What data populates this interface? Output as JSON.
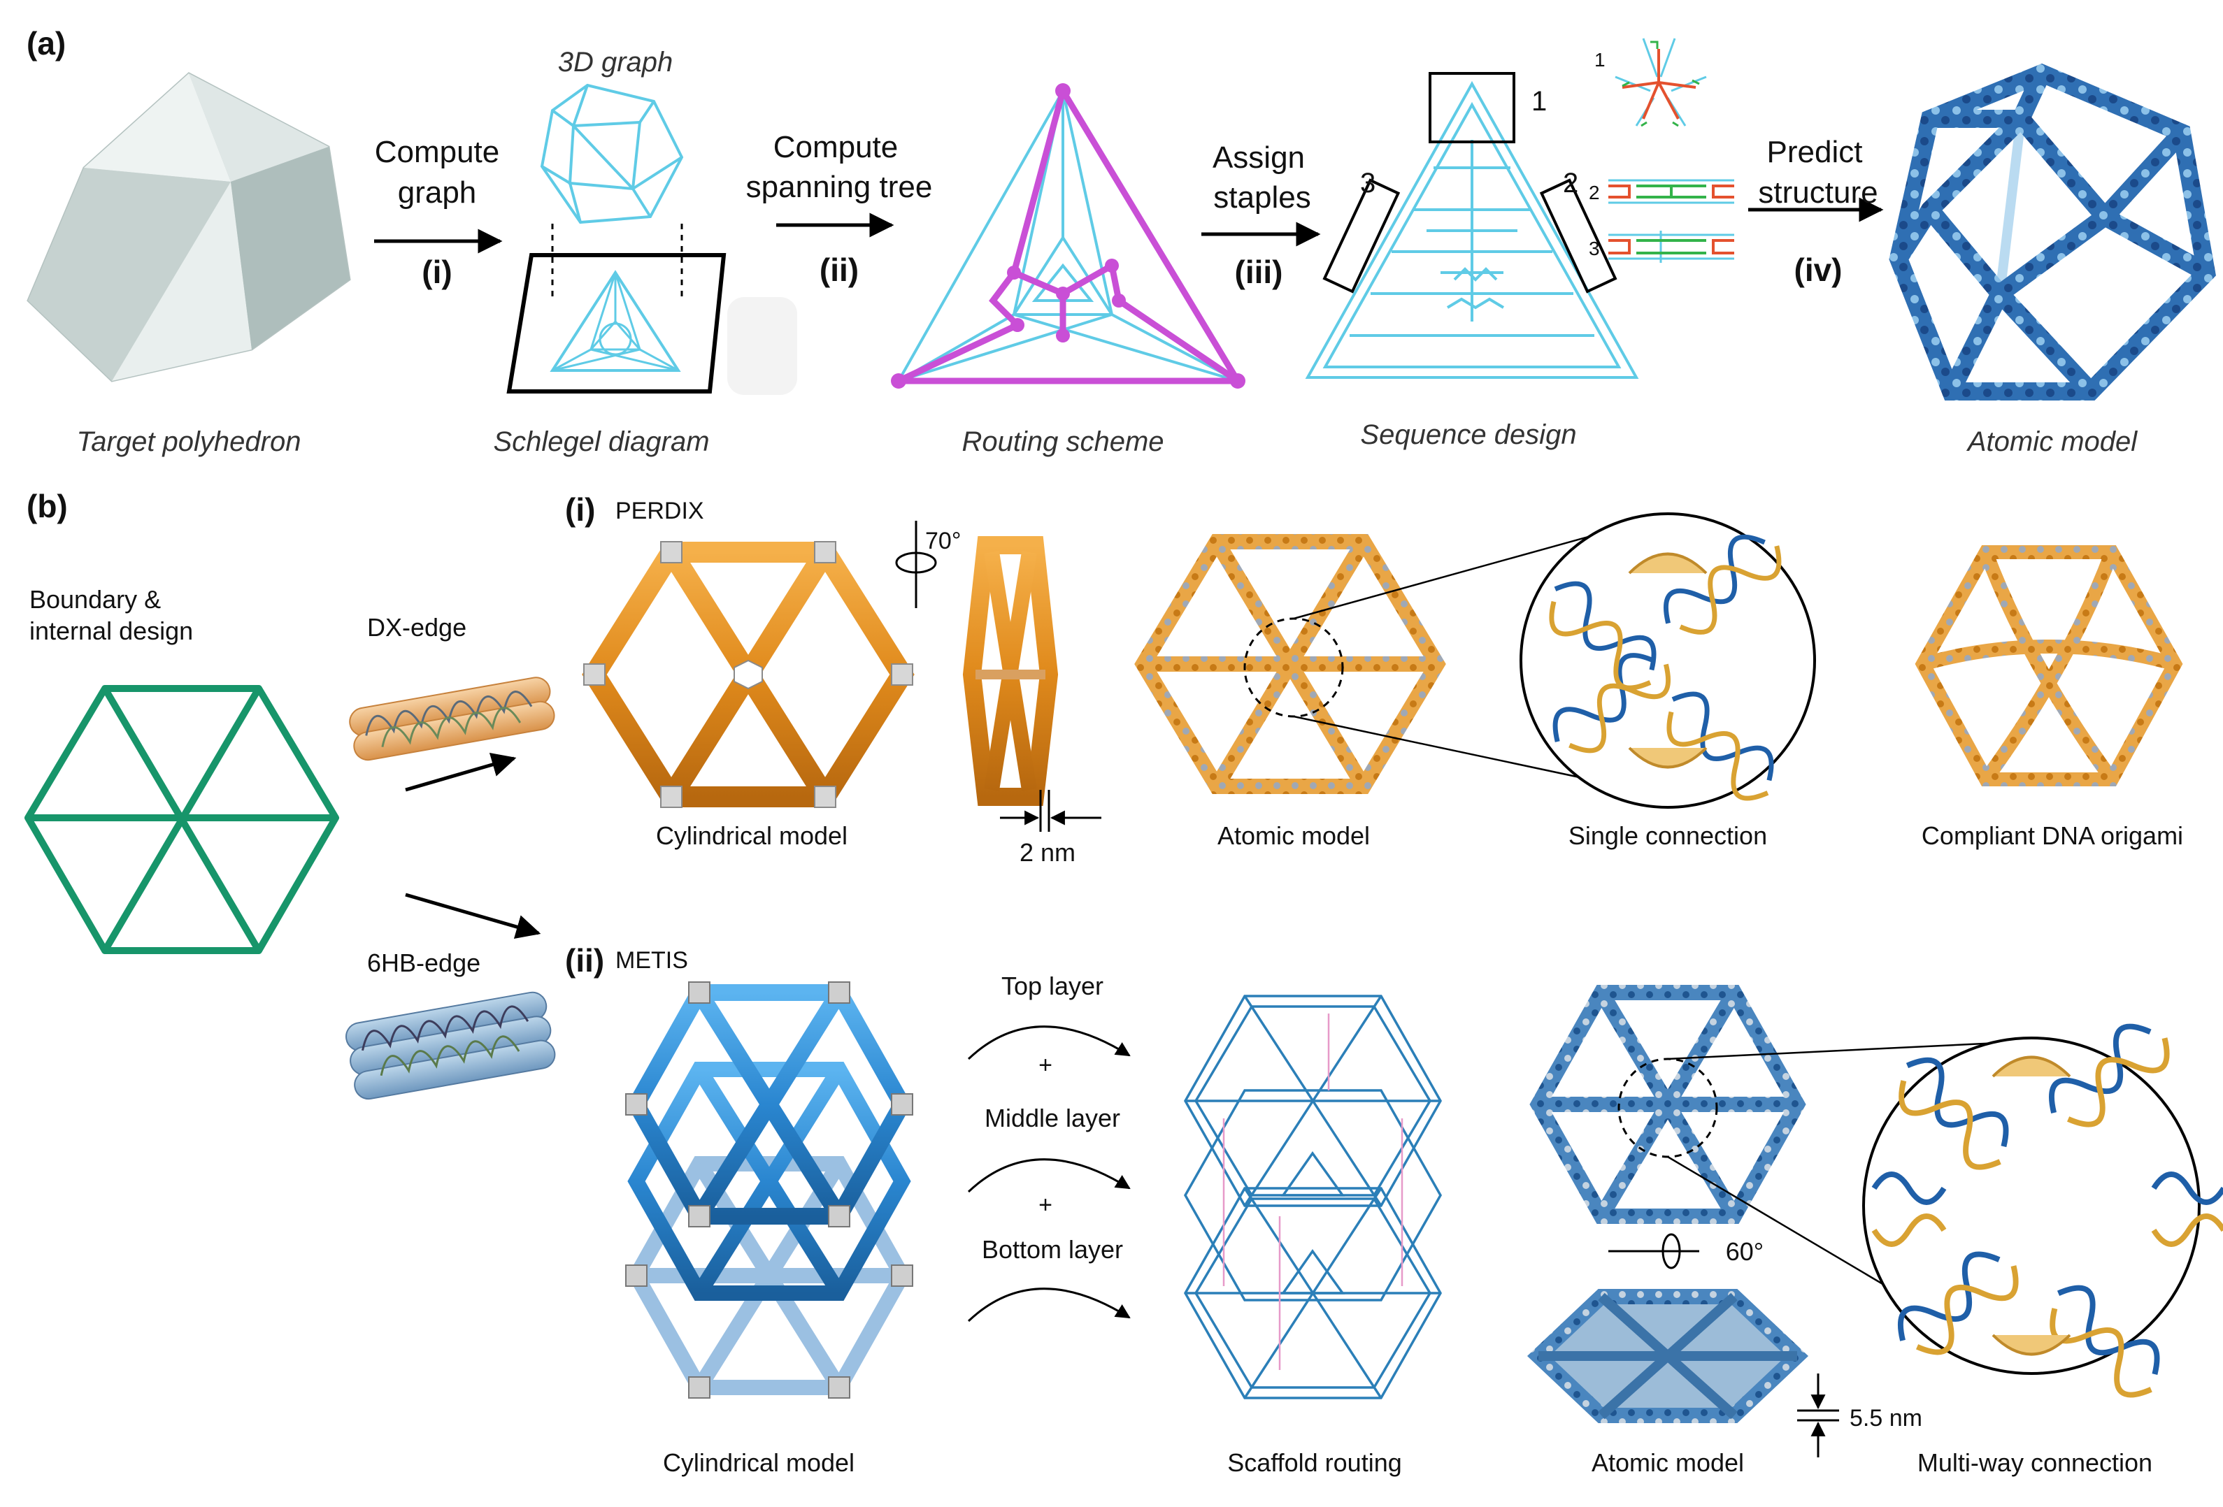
{
  "panel_a": {
    "label": "(a)",
    "steps": [
      {
        "line1": "Compute",
        "line2": "graph",
        "num": "(i)"
      },
      {
        "line1": "Compute",
        "line2": "spanning tree",
        "num": "(ii)"
      },
      {
        "line1": "Assign",
        "line2": "staples",
        "num": "(iii)"
      },
      {
        "line1": "Predict",
        "line2": "structure",
        "num": "(iv)"
      }
    ],
    "graph_title": "3D graph",
    "captions": [
      "Target polyhedron",
      "Schlegel diagram",
      "Routing scheme",
      "Sequence design",
      "Atomic model"
    ],
    "callouts": [
      "1",
      "2",
      "3"
    ],
    "inset_labels": [
      "1",
      "2",
      "3"
    ]
  },
  "panel_b": {
    "label": "(b)",
    "design_text_line1": "Boundary &",
    "design_text_line2": "internal design",
    "dx_edge": "DX-edge",
    "hb_edge": "6HB-edge",
    "perdix": {
      "num": "(i)",
      "name": "PERDIX",
      "rotation": "70°",
      "width": "2 nm",
      "captions": [
        "Cylindrical model",
        "Atomic model",
        "Single connection",
        "Compliant DNA origami"
      ]
    },
    "metis": {
      "num": "(ii)",
      "name": "METIS",
      "layers": [
        "Top layer",
        "Middle layer",
        "Bottom layer"
      ],
      "plus": "+",
      "rotation": "60°",
      "thickness": "5.5 nm",
      "captions": [
        "Cylindrical model",
        "Scaffold routing",
        "Atomic model",
        "Multi-way connection"
      ]
    }
  },
  "colors": {
    "graph_cyan": "#5fcbe6",
    "routing_magenta": "#c94fd6",
    "design_green": "#17956a",
    "dx_orange": "#e39324",
    "hb_blue": "#2e8fd6",
    "dna_blue": "#1f5fa8",
    "dna_gold": "#d9a232"
  }
}
